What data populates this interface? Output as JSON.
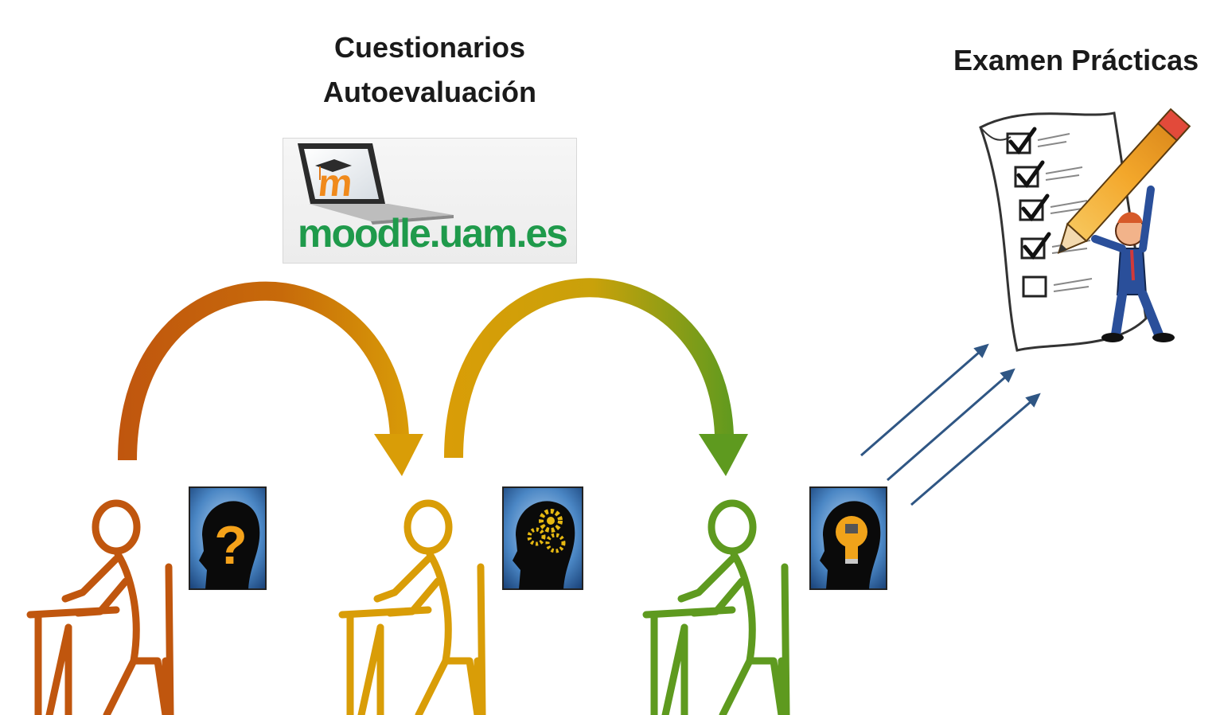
{
  "titles": {
    "quizzes_line1": "Cuestionarios",
    "quizzes_line2": "Autoevaluación",
    "exam": "Examen Prácticas"
  },
  "moodle": {
    "logo_text": "moodle.uam.es",
    "logo_icon": "moodle-laptop-icon"
  },
  "stages": [
    {
      "figure": "student-at-desk-icon",
      "color": "#c0560e",
      "badge_icon": "question-head-icon"
    },
    {
      "figure": "student-at-desk-icon",
      "color": "#d99d07",
      "badge_icon": "gears-head-icon"
    },
    {
      "figure": "student-at-desk-icon",
      "color": "#5e9a1f",
      "badge_icon": "lightbulb-head-icon"
    }
  ],
  "arrow_colors": {
    "arc1_start": "#c0560e",
    "arc1_end": "#d99d07",
    "arc2_start": "#d99d07",
    "arc2_end": "#5e9a1f",
    "to_exam": "#2f5684"
  },
  "exam_icon": "checklist-pencil-icon"
}
